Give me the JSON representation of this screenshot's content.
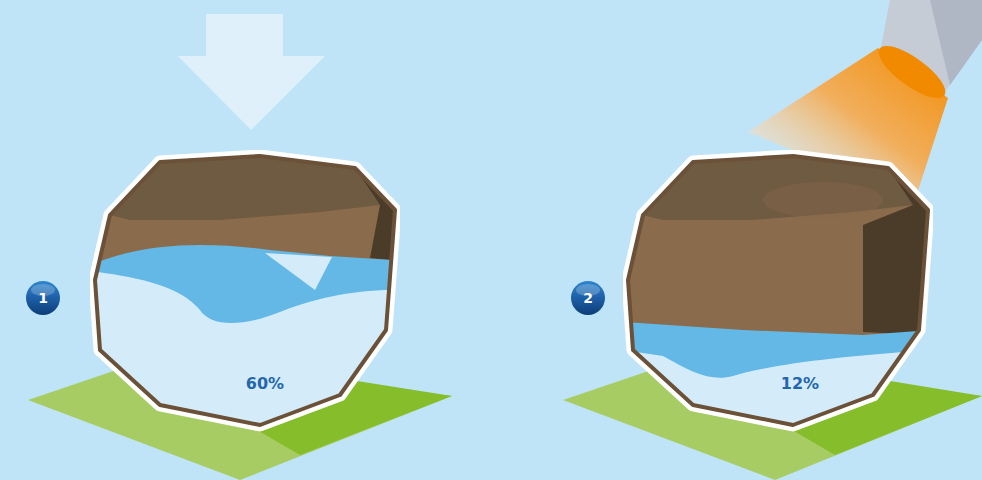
{
  "diagram": {
    "nodes": [
      {
        "text": [
          "1"
        ]
      },
      {
        "text": [
          "60%"
        ]
      },
      {
        "text": [
          "2"
        ]
      },
      {
        "text": [
          "12%"
        ]
      }
    ]
  }
}
